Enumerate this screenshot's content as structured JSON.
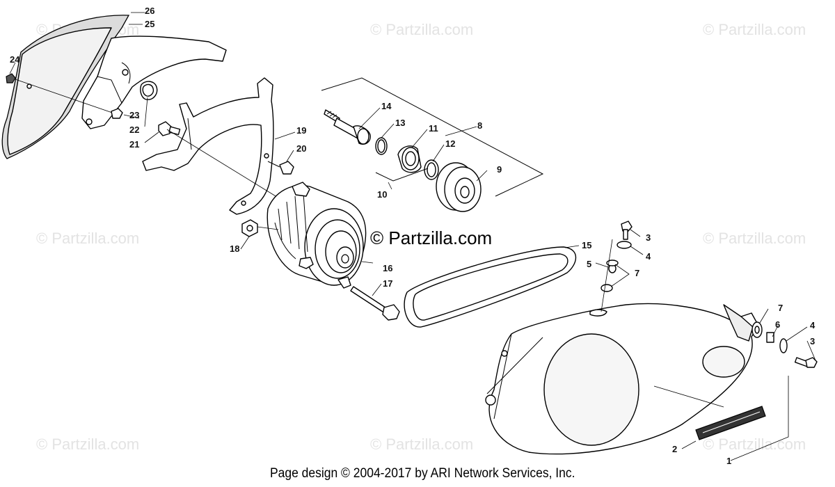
{
  "watermarks": [
    "© Partzilla.com",
    "© Partzilla.com",
    "© Partzilla.com",
    "© Partzilla.com",
    "© Partzilla.com",
    "© Partzilla.com",
    "© Partzilla.com",
    "© Partzilla.com"
  ],
  "center_watermark": "© Partzilla.com",
  "footer": "Page design © 2004-2017 by ARI Network Services, Inc.",
  "callouts": {
    "c1": "1",
    "c2": "2",
    "c3a": "3",
    "c3b": "3",
    "c4a": "4",
    "c4b": "4",
    "c5": "5",
    "c6": "6",
    "c7a": "7",
    "c7b": "7",
    "c8": "8",
    "c9": "9",
    "c10": "10",
    "c11": "11",
    "c12": "12",
    "c13": "13",
    "c14": "14",
    "c15": "15",
    "c16": "16",
    "c17": "17",
    "c18": "18",
    "c19": "19",
    "c20": "20",
    "c21": "21",
    "c22": "22",
    "c23": "23",
    "c24": "24",
    "c25": "25",
    "c26": "26"
  }
}
